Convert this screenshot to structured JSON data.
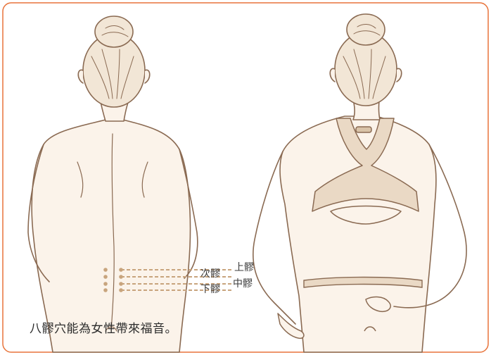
{
  "caption": "八髎穴能為女性帶來福音。",
  "labels": {
    "upper": "上髎",
    "second": "次髎",
    "middle": "中髎",
    "lower": "下髎"
  },
  "colors": {
    "border": "#e8743b",
    "outline": "#8a6a52",
    "skin": "#fbf3ea",
    "bra": "#ead9c5",
    "hair": "#f2e6d6",
    "point": "#c8a47d"
  }
}
